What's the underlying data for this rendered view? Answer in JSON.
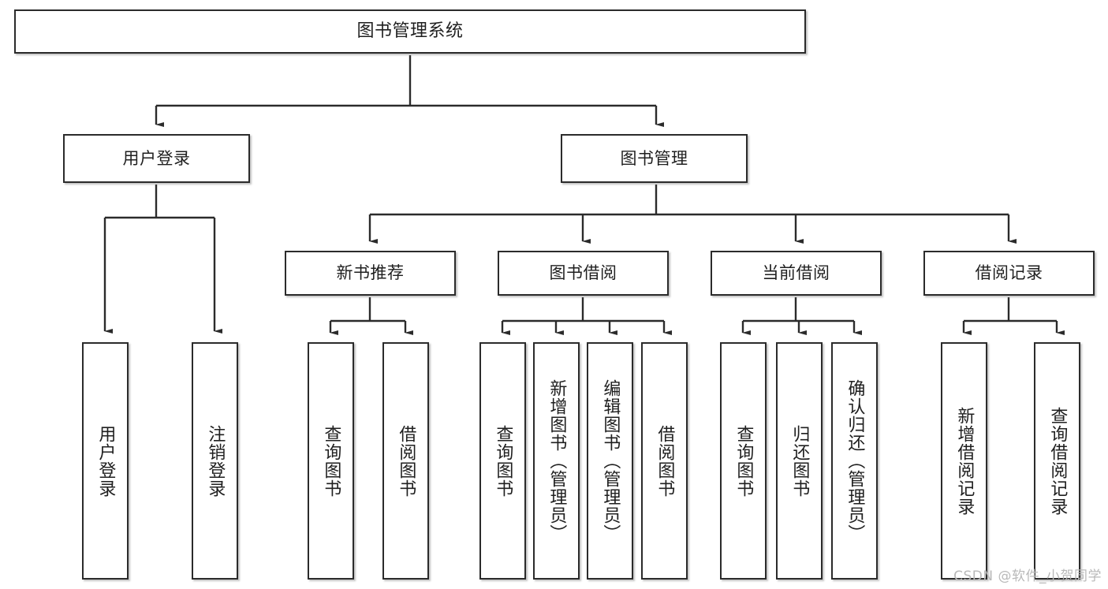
{
  "diagram": {
    "title": "图书管理系统",
    "type": "tree",
    "line_color": "#2b2b2b",
    "box_fill": "#ffffff",
    "text_color": "#1f1f1f",
    "watermark": "CSDN @软件_小贺同学"
  },
  "nodes": {
    "root": {
      "label": "图书管理系统"
    },
    "level2": [
      {
        "label": "用户登录"
      },
      {
        "label": "图书管理"
      }
    ],
    "level3": [
      {
        "label": "新书推荐"
      },
      {
        "label": "图书借阅"
      },
      {
        "label": "当前借阅"
      },
      {
        "label": "借阅记录"
      }
    ],
    "leaves": {
      "user_login": [
        {
          "label": "用户登录"
        },
        {
          "label": "注销登录"
        }
      ],
      "new_book_recommend": [
        {
          "label": "查询图书"
        },
        {
          "label": "借阅图书"
        }
      ],
      "book_borrow": [
        {
          "label": "查询图书"
        },
        {
          "label": "新增图书（管理员）"
        },
        {
          "label": "编辑图书（管理员）"
        },
        {
          "label": "借阅图书"
        }
      ],
      "current_borrow": [
        {
          "label": "查询图书"
        },
        {
          "label": "归还图书"
        },
        {
          "label": "确认归还（管理员）"
        }
      ],
      "borrow_record": [
        {
          "label": "新增借阅记录"
        },
        {
          "label": "查询借阅记录"
        }
      ]
    }
  }
}
